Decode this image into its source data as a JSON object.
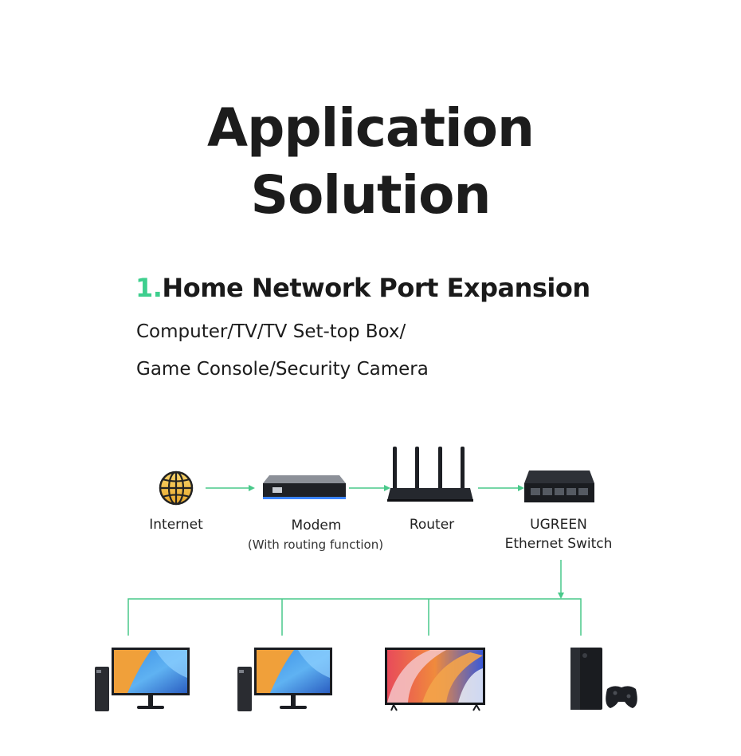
{
  "title": {
    "line1": "Application",
    "line2": "Solution"
  },
  "section": {
    "number": "1.",
    "heading": "Home Network Port Expansion",
    "line1": "Computer/TV/TV Set-top Box/",
    "line2": "Game Console/Security Camera"
  },
  "diagram": {
    "nodes": [
      {
        "id": "internet",
        "label": "Internet",
        "icon": "globe-icon"
      },
      {
        "id": "modem",
        "label": "Modem",
        "sublabel": "(With routing function)",
        "icon": "modem-icon"
      },
      {
        "id": "router",
        "label": "Router",
        "icon": "router-icon"
      },
      {
        "id": "switch",
        "label": "UGREEN",
        "sublabel": "Ethernet Switch",
        "icon": "ethernet-switch-icon"
      }
    ],
    "devices": [
      "desktop-computer-icon",
      "desktop-computer-icon",
      "television-icon",
      "game-console-icon"
    ],
    "colors": {
      "accent": "#3ecf8e",
      "connector": "#49c98a",
      "text": "#1c1c1c"
    }
  }
}
